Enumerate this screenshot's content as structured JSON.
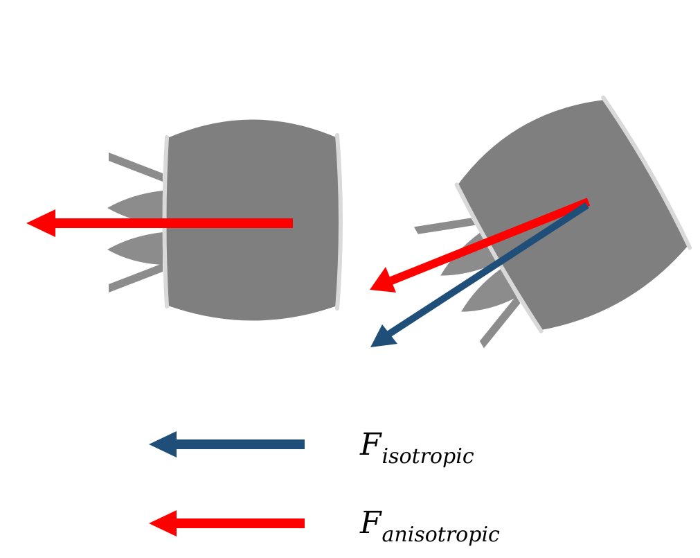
{
  "colors": {
    "isotropic": "#1F4E79",
    "anisotropic": "#FF0000",
    "capsule_body": "#7F7F7F",
    "capsule_rim": "#D9D9D9"
  },
  "legend": [
    {
      "key": "isotropic",
      "symbol": "F",
      "subscript": "isotropic",
      "color": "#1F4E79"
    },
    {
      "key": "anisotropic",
      "symbol": "F",
      "subscript": "anisotropic",
      "color": "#FF0000"
    }
  ],
  "figures": [
    {
      "name": "upright-capsule",
      "tilt_deg": 0,
      "arrows": [
        "anisotropic"
      ]
    },
    {
      "name": "tilted-capsule",
      "tilt_deg": -30,
      "arrows": [
        "anisotropic",
        "isotropic"
      ]
    }
  ]
}
